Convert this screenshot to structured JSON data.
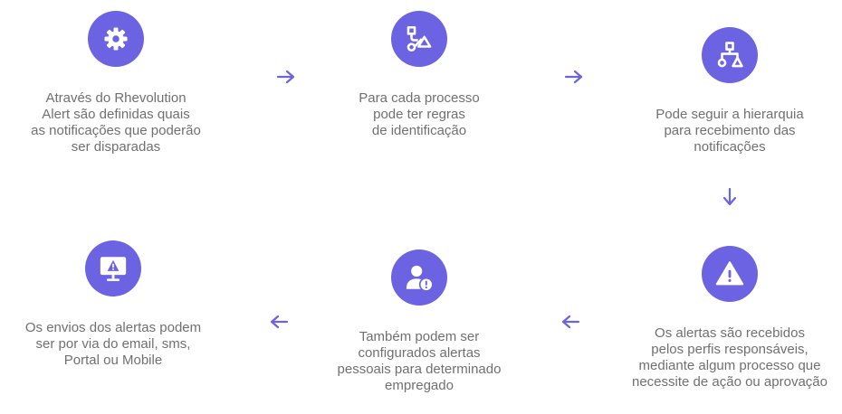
{
  "theme": {
    "accent": "#6c63e3",
    "text": "#707070"
  },
  "steps": [
    {
      "icon": "gear-icon",
      "text": "Através do Rhevolution\nAlert são definidas quais\nas notificações que poderão\nser disparadas"
    },
    {
      "icon": "workflow-icon",
      "text": "Para cada processo\npode ter regras\nde identificação"
    },
    {
      "icon": "hierarchy-icon",
      "text": "Pode seguir a hierarquia\npara recebimento das\nnotificações"
    },
    {
      "icon": "warning-icon",
      "text": "Os alertas são recebidos\npelos  perfis responsáveis,\nmediante algum processo que\nnecessite de ação ou aprovação"
    },
    {
      "icon": "user-alert-icon",
      "text": "Também podem ser\nconfigurados alertas\npessoais para determinado\nempregado"
    },
    {
      "icon": "monitor-alert-icon",
      "text": "Os envios dos alertas podem\nser por via do email, sms,\nPortal ou Mobile"
    }
  ],
  "arrows": [
    "arrow-right-icon",
    "arrow-right-icon",
    "arrow-down-icon",
    "arrow-left-icon",
    "arrow-left-icon"
  ]
}
